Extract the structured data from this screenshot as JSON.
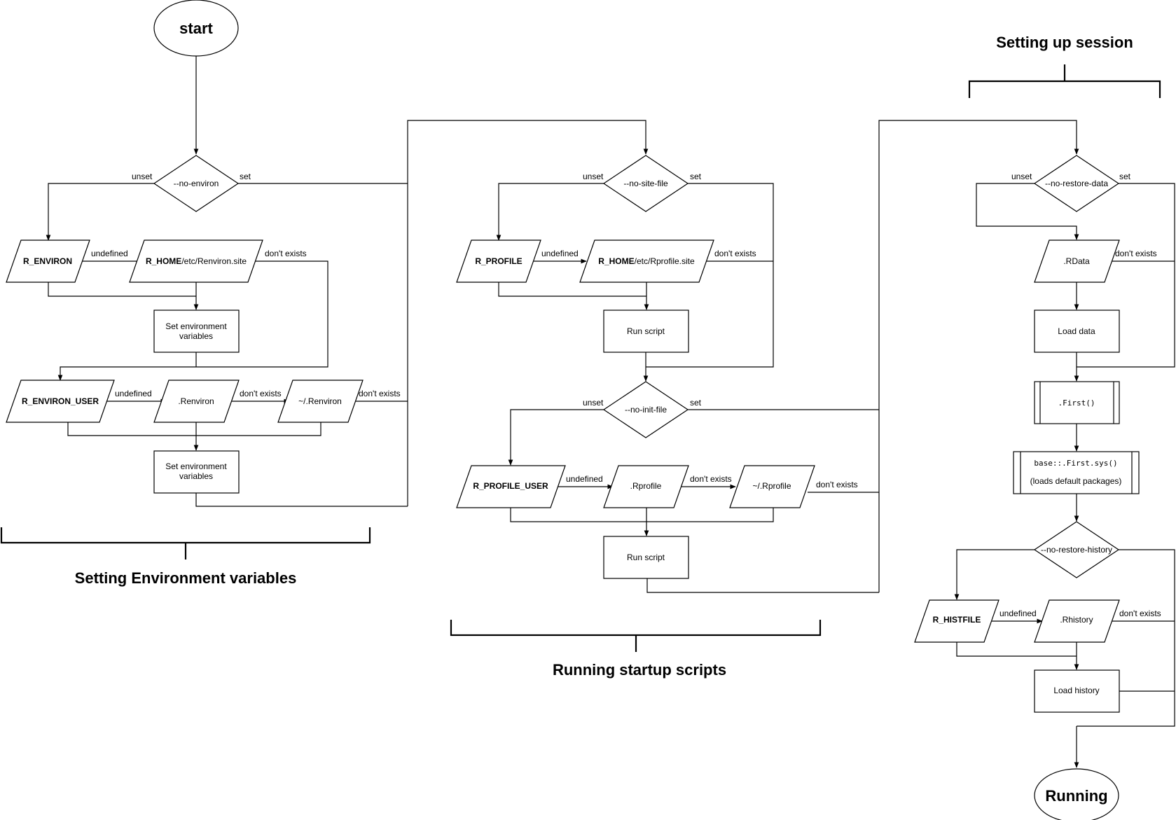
{
  "terminals": {
    "start": "start",
    "end": "Running"
  },
  "sections": {
    "env": "Setting Environment variables",
    "scripts": "Running startup scripts",
    "session": "Setting up session"
  },
  "env": {
    "decision": "--no-environ",
    "renviron": "R_ENVIRON",
    "renviron_site_bold": "R_HOME",
    "renviron_site_rest": "/etc/Renviron.site",
    "set_env_1": [
      "Set environment",
      "variables"
    ],
    "renviron_user": "R_ENVIRON_USER",
    "dot_renviron": ".Renviron",
    "home_renviron": "~/.Renviron",
    "set_env_2": [
      "Set environment",
      "variables"
    ]
  },
  "scripts": {
    "decision_site": "--no-site-file",
    "rprofile": "R_PROFILE",
    "rprofile_site_bold": "R_HOME",
    "rprofile_site_rest": "/etc/Rprofile.site",
    "run_script_1": "Run script",
    "decision_init": "--no-init-file",
    "rprofile_user": "R_PROFILE_USER",
    "dot_rprofile": ".Rprofile",
    "home_rprofile": "~/.Rprofile",
    "run_script_2": "Run script"
  },
  "session": {
    "decision_data": "--no-restore-data",
    "rdata": ".RData",
    "load_data": "Load data",
    "first": ".First()",
    "first_sys": "base::.First.sys()",
    "first_sys_note": "(loads default packages)",
    "decision_history": "--no-restore-history",
    "rhistfile": "R_HISTFILE",
    "rhistory": ".Rhistory",
    "load_history": "Load history"
  },
  "edge_labels": {
    "unset": "unset",
    "set": "set",
    "undefined": "undefined",
    "dont_exists": "don't exists"
  }
}
